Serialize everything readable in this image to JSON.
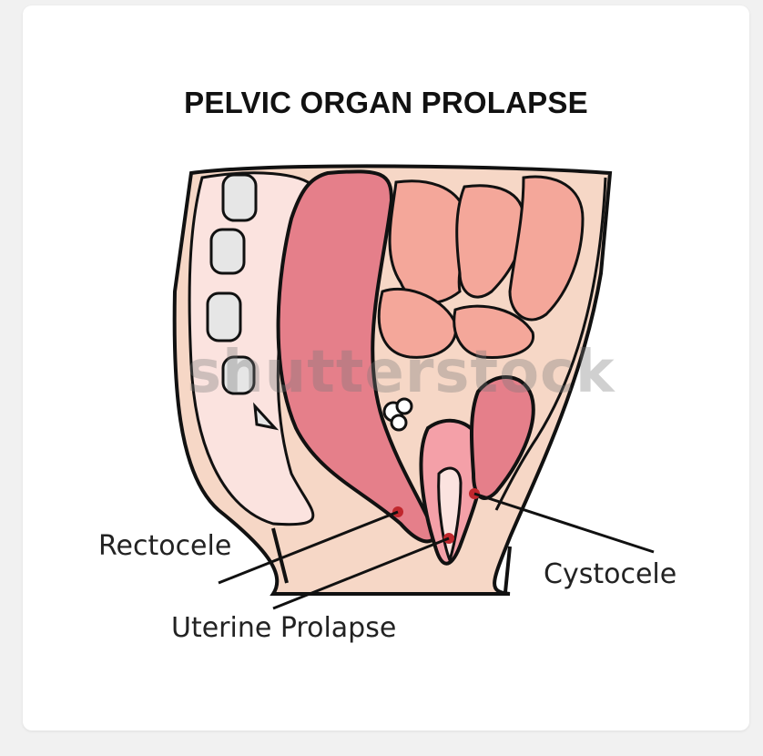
{
  "title": "PELVIC ORGAN PROLAPSE",
  "labels": {
    "rectocele": "Rectocele",
    "uterine_prolapse": "Uterine Prolapse",
    "cystocele": "Cystocele"
  },
  "watermark": "shutterstock",
  "colors": {
    "skin": "#f6d7c6",
    "rectum": "#e57f8a",
    "intestine": "#f4a79a",
    "bone": "#e6e6e6",
    "marker": "#c0272d",
    "outline": "#111111"
  }
}
